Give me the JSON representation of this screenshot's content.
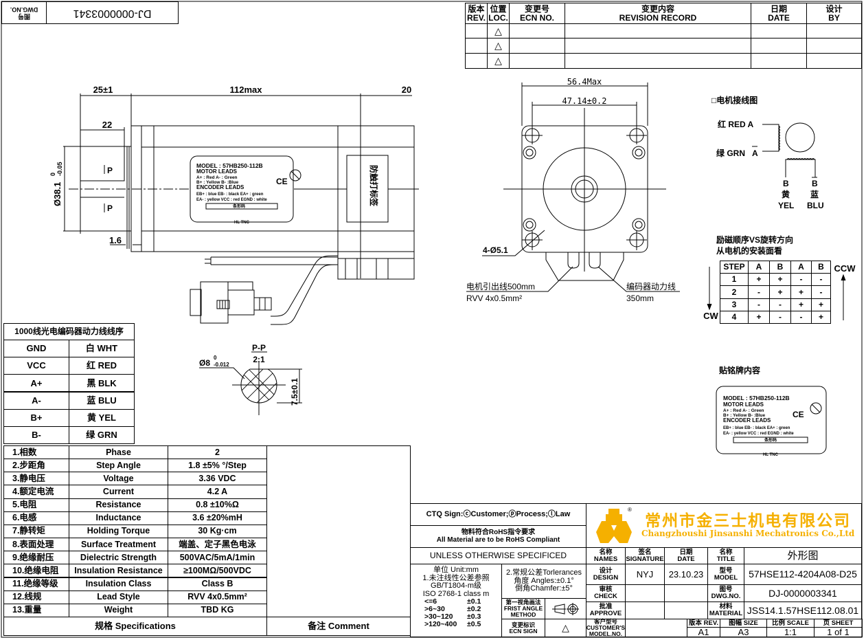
{
  "dwg_stamp": {
    "label_cn": "图号",
    "label_en": "DWG.NO.",
    "value": "DJ-0000003341"
  },
  "revision_table": {
    "headers": [
      {
        "cn": "版本",
        "en": "REV."
      },
      {
        "cn": "位置",
        "en": "LOC."
      },
      {
        "cn": "变更号",
        "en": "ECN NO."
      },
      {
        "cn": "变更内容",
        "en": "REVISION RECORD"
      },
      {
        "cn": "日期",
        "en": "DATE"
      },
      {
        "cn": "设计",
        "en": "BY"
      }
    ],
    "rows": [
      {
        "loc": "△"
      },
      {
        "loc": "△"
      },
      {
        "loc": "△"
      }
    ]
  },
  "side_view": {
    "dim_shaft": "25±1",
    "dim_body": "112max",
    "dim_rear": "20",
    "dim_key": "22",
    "dim_dia": "Ø38.1",
    "dim_dia_upper": "0",
    "dim_dia_lower": "-0.05",
    "dim_flange": "1.6",
    "section_mark_top": "P",
    "section_mark_bottom": "P",
    "sticker": "防触打标签"
  },
  "nameplate": {
    "model": "MODEL : 57HB250-112B",
    "motor_leads": "MOTOR  LEADS",
    "motor_line1": "A+ : Red     A- : Green",
    "motor_line2": "B+ : Yellow  B- :Blue",
    "encoder_leads": "ENCODER  LEADS",
    "enc_line1": "EB+ : blue    EB- : black   EA+ : green",
    "enc_line2": "EA- : yellow  VCC : red   EGND : white",
    "barcode": "条形码",
    "ce": "CE",
    "brand": "HL TNC"
  },
  "front_view": {
    "dim_width": "56.4Max",
    "dim_holes": "47.14±0.2",
    "hole_note": "4-Ø5.1",
    "motor_lead_label": "电机引出线500mm",
    "motor_lead_spec": "RVV 4x0.5mm²",
    "encoder_lead_label": "编码器动力线",
    "encoder_lead_len": "350mm"
  },
  "wiring": {
    "title": "□电机接线图",
    "a": "红 RED  A",
    "a_bar_label": "绿 GRN",
    "a_bar": "A",
    "b": "B",
    "b_cn": "黄",
    "b_en": "YEL",
    "b_bar": "B",
    "b_bar_cn": "蓝",
    "b_bar_en": "BLU"
  },
  "step_table": {
    "title1": "励磁顺序VS旋转方向",
    "title2": "从电机的安装面看",
    "headers": [
      "STEP",
      "A",
      "B",
      "A",
      "B"
    ],
    "rows": [
      [
        "1",
        "+",
        "+",
        "-",
        "-"
      ],
      [
        "2",
        "-",
        "+",
        "+",
        "-"
      ],
      [
        "3",
        "-",
        "-",
        "+",
        "+"
      ],
      [
        "4",
        "+",
        "-",
        "-",
        "+"
      ]
    ],
    "cw": "CW",
    "ccw": "CCW"
  },
  "nameplate_title": "贴铭牌内容",
  "lead_table": {
    "title": "1000线光电编码器动力线线序",
    "rows": [
      [
        "GND",
        "白  WHT"
      ],
      [
        "VCC",
        "红  RED"
      ],
      [
        "A+",
        "黑  BLK"
      ],
      [
        "A-",
        "蓝  BLU"
      ],
      [
        "B+",
        "黄  YEL"
      ],
      [
        "B-",
        "绿  GRN"
      ]
    ]
  },
  "section": {
    "title": "P-P",
    "scale": "2:1",
    "dia": "Ø8",
    "dia_upper": "0",
    "dia_lower": "-0.012",
    "flat": "7.5±0.1"
  },
  "specs": {
    "rows": [
      [
        "1.相数",
        "Phase",
        "2"
      ],
      [
        "2.步距角",
        "Step Angle",
        "1.8 ±5% °/Step"
      ],
      [
        "3.静电压",
        "Voltage",
        "3.36 VDC"
      ],
      [
        "4.额定电流",
        "Current",
        "4.2 A"
      ],
      [
        "5.电阻",
        "Resistance",
        "0.8 ±10%Ω"
      ],
      [
        "6.电感",
        "Inductance",
        "3.6 ±20%mH"
      ],
      [
        "7.静转矩",
        "Holding Torque",
        "30 Kg·cm"
      ],
      [
        "8.表面处理",
        "Surface Treatment",
        "端盖、定子黑色电泳"
      ],
      [
        "9.绝缘耐压",
        "Dielectric Strength",
        "500VAC/5mA/1min"
      ],
      [
        "10.绝缘电阻",
        "Insulation Resistance",
        "≥100MΩ/500VDC"
      ],
      [
        "11.绝缘等级",
        "Insulation Class",
        "Class B"
      ],
      [
        "12.线规",
        "Lead Style",
        "RVV 4x0.5mm²"
      ],
      [
        "13.重量",
        "Weight",
        "TBD KG"
      ]
    ],
    "footer": "规格 Specifications",
    "comment": "备注 Comment"
  },
  "title_block": {
    "ctq": "CTQ Sign:ⓒCustomer;ⓟProcess;ⓛLaw",
    "rohs_cn": "物料符合RoHS指令要求",
    "rohs_en": "All Material are to be RoHS Compliant",
    "unless": "UNLESS OTHERWISE SPECIFICED",
    "unit": "单位 Unit:mm",
    "tol1": "1.未注线性公差参照",
    "tol1b": "GB/T1804-m级",
    "tol1c": "ISO 2768-1 class m",
    "tol_ranges": [
      [
        "<=6",
        "±0.1"
      ],
      [
        ">6~30",
        "±0.2"
      ],
      [
        ">30~120",
        "±0.3"
      ],
      [
        ">120~400",
        "±0.5"
      ]
    ],
    "tol2": "2.常规公差Torlerances",
    "angles": "角度 Angles:±0.1°",
    "chamfer": "倒角Chamfer:±5°",
    "first_angle_cn": "第一视角画法",
    "first_angle_en": "FRIST ANGLE METHOD",
    "ecn_cn": "变更标识",
    "ecn_en": "ECN SIGN",
    "ecn_mark": "△",
    "company_cn": "常州市金三士机电有限公司",
    "company_en": "Changzhoushi Jinsanshi Mechatronics Co.,Ltd",
    "registered": "®",
    "names_cn": "名称",
    "names_en": "NAMES",
    "sig_cn": "签名",
    "sig_en": "SIGNATURE",
    "date_cn": "日期",
    "date_en": "DATE",
    "title_cn": "名称",
    "title_en": "TITLE",
    "title_value": "外形图",
    "design_cn": "设计",
    "design_en": "DESIGN",
    "designer": "NYJ",
    "design_date": "23.10.23",
    "model_cn": "型号",
    "model_en": "MODEL",
    "model_value": "57HSE112-4204A08-D25",
    "check_cn": "审核",
    "check_en": "CHECK",
    "dwg_cn": "图号",
    "dwg_en": "DWG.NO.",
    "dwg_value": "DJ-0000003341",
    "approve_cn": "批准",
    "approve_en": "APPROVE",
    "material_cn": "材料",
    "material_en": "MATERIAL",
    "material_value": "JSS14.1.57HSE112.08.01",
    "customer_cn": "客户型号",
    "customer_en": "CUSTOMER'S MODEL.NO.",
    "rev_label": "版本 REV.",
    "rev_value": "A1",
    "size_label": "图幅 SIZE",
    "size_value": "A3",
    "scale_label": "比例 SCALE",
    "scale_value": "1:1",
    "sheet_label": "页 SHEET",
    "sheet_value": "1 of 1",
    "brand_color": "#f5b000"
  }
}
